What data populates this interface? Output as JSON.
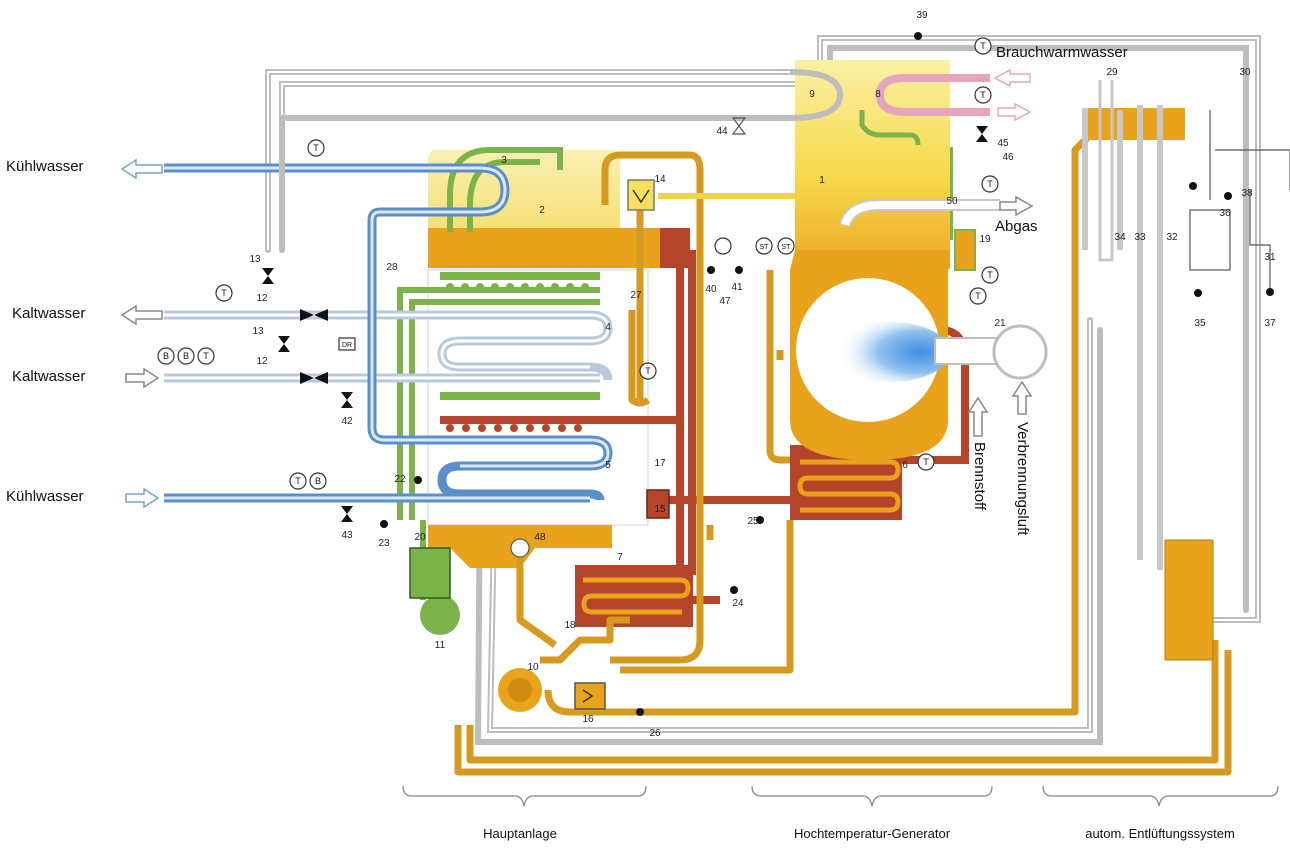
{
  "labels": {
    "kuehlwasser_top": "Kühlwasser",
    "kaltwasser_top": "Kaltwasser",
    "kaltwasser_bottom": "Kaltwasser",
    "kuehlwasser_bottom": "Kühlwasser",
    "brauchwarmwasser": "Brauchwarmwasser",
    "abgas": "Abgas",
    "brennstoff": "Brennstoff",
    "verbrennungsluft": "Verbrennungsluft"
  },
  "sections": {
    "hauptanlage": "Hauptanlage",
    "generator": "Hochtemperatur-Generator",
    "entlueftung": "autom. Entlüftungssystem"
  },
  "instrument_symbols": {
    "temperature": "T",
    "pressure": "B",
    "st": "ST",
    "dr": "DR"
  },
  "component_numbers": [
    "1",
    "2",
    "3",
    "4",
    "5",
    "6",
    "7",
    "8",
    "9",
    "10",
    "11",
    "12",
    "12",
    "13",
    "13",
    "14",
    "15",
    "16",
    "17",
    "18",
    "19",
    "20",
    "21",
    "22",
    "23",
    "24",
    "25",
    "26",
    "27",
    "28",
    "29",
    "30",
    "31",
    "32",
    "33",
    "34",
    "35",
    "36",
    "37",
    "38",
    "39",
    "40",
    "41",
    "42",
    "43",
    "44",
    "45",
    "46",
    "47",
    "48",
    "50"
  ],
  "colors": {
    "cooling_water": "#5b8fc9",
    "cold_water": "#b9c9dd",
    "hot_orange": "#e8a21c",
    "solution_green": "#7bb34a",
    "strong_solution_red": "#b4452a",
    "vapour_yellow": "#f6df5a",
    "pipe_grey": "#c8c8c8"
  }
}
